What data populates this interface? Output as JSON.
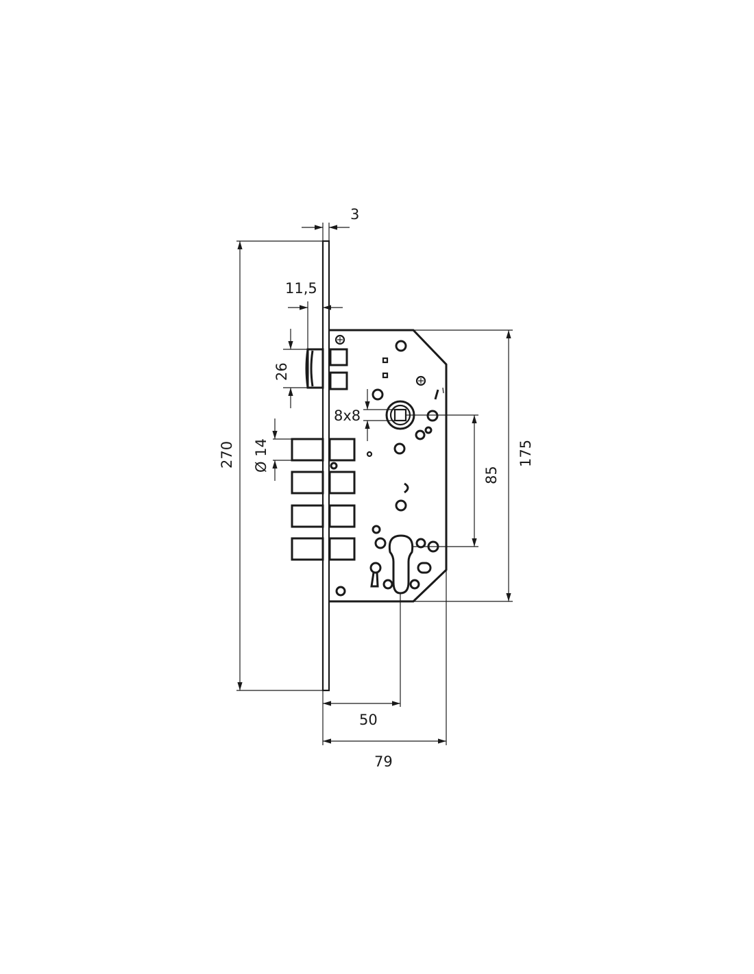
{
  "dimensions": {
    "faceplate_thickness": "3",
    "latch_projection": "11,5",
    "latch_height": "26",
    "bolt_diameter": "Ø 14",
    "spindle_square": "8x8",
    "faceplate_length": "270",
    "case_height": "175",
    "spindle_to_cylinder": "85",
    "backset": "50",
    "case_depth": "79"
  },
  "colors": {
    "line": "#1a1a1a",
    "background": "#ffffff"
  }
}
